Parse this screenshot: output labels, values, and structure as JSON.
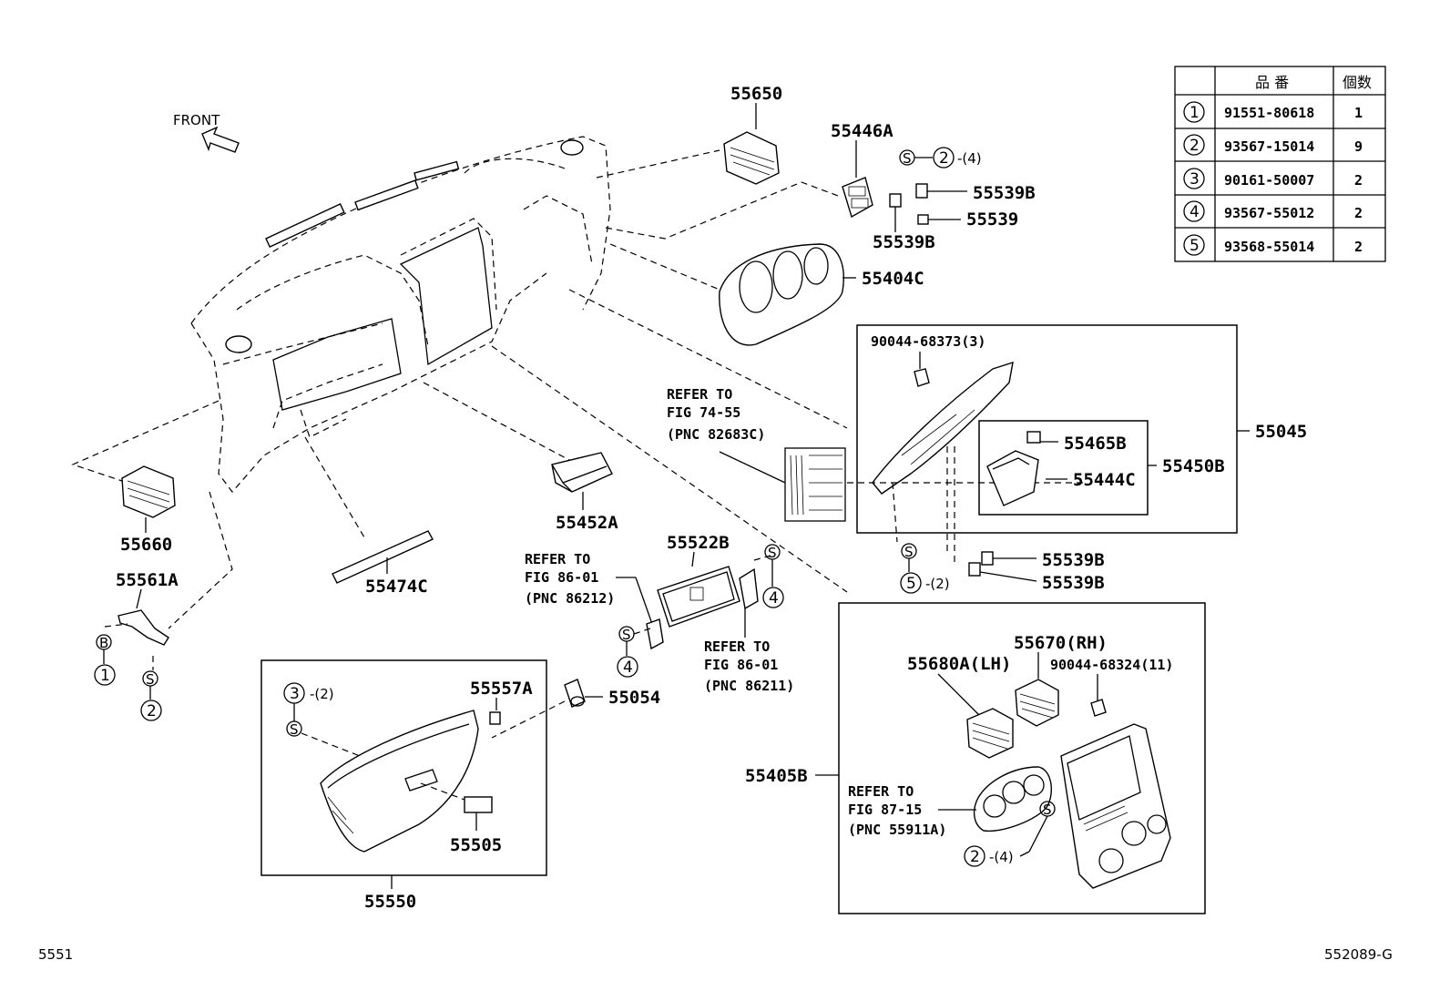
{
  "front_label": "FRONT",
  "callouts": {
    "p55650": "55650",
    "p55446A": "55446A",
    "p55539B_a": "55539B",
    "p55539": "55539",
    "p55539B_b": "55539B",
    "p55404C": "55404C",
    "p55045": "55045",
    "p55465B": "55465B",
    "p55444C": "55444C",
    "p55450B": "55450B",
    "p55539B_c": "55539B",
    "p55539B_d": "55539B",
    "p55660": "55660",
    "p55561A": "55561A",
    "p55452A": "55452A",
    "p55474C": "55474C",
    "p55522B": "55522B",
    "p55557A": "55557A",
    "p55054": "55054",
    "p55505": "55505",
    "p55550": "55550",
    "p55680A": "55680A(LH)",
    "p55670": "55670(RH)",
    "p55405B": "55405B",
    "p90044_68373": "90044-68373(3)",
    "p90044_68324": "90044-68324(11)"
  },
  "references": {
    "ref_74_55": [
      "REFER TO",
      "FIG 74-55",
      "(PNC 82683C)"
    ],
    "ref_86_01_a": [
      "REFER TO",
      "FIG 86-01",
      "(PNC 86212)"
    ],
    "ref_86_01_b": [
      "REFER TO",
      "FIG 86-01",
      "(PNC 86211)"
    ],
    "ref_87_15": [
      "REFER TO",
      "FIG 87-15",
      "(PNC 55911A)"
    ]
  },
  "symbols": {
    "s_letter": "S",
    "b_letter": "B",
    "n1": "1",
    "n2": "2",
    "n3": "3",
    "n4": "4",
    "n5": "5",
    "qty_4": "-(4)",
    "qty_2": "-(2)"
  },
  "parts_table": {
    "headers": [
      "",
      "品 番",
      "個数"
    ],
    "rows": [
      {
        "ref": "1",
        "part": "91551-80618",
        "qty": "1"
      },
      {
        "ref": "2",
        "part": "93567-15014",
        "qty": "9"
      },
      {
        "ref": "3",
        "part": "90161-50007",
        "qty": "2"
      },
      {
        "ref": "4",
        "part": "93567-55012",
        "qty": "2"
      },
      {
        "ref": "5",
        "part": "93568-55014",
        "qty": "2"
      }
    ]
  },
  "footer": {
    "left": "5551",
    "right": "552089-G"
  }
}
